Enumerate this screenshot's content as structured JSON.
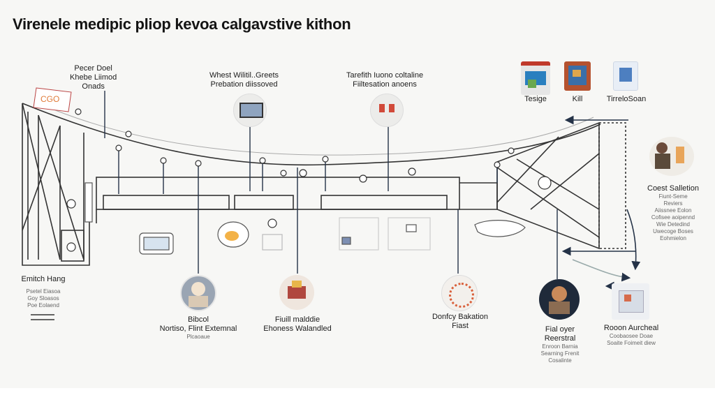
{
  "title": "Virenele medipic pliop kevoa calgavstive kithon",
  "top_labels": {
    "label_a": [
      "Pecer Doel",
      "Khebe Liimod",
      "Onads"
    ],
    "label_b": [
      "Whest Wilitil..Greets",
      "Prebation diissoved"
    ],
    "label_c": [
      "Tarefith Iuono coltaline",
      "Fiiltesation anoens"
    ]
  },
  "top_right_icons": {
    "icon_1": "Tesige",
    "icon_2": "Kill",
    "icon_3": "TirreloSoan"
  },
  "right_panel": {
    "title": "Coest Salletion",
    "lines": [
      "Fiunt-Seme",
      "Reviers",
      "Aiissnee Eolon",
      "Cofisee aoipennd",
      "Wie Detedind",
      "Uwecoge Boses",
      "Eohmielon"
    ]
  },
  "left_panel": {
    "title": "Emitch Hang",
    "lines": [
      "Psetel Eiasoa",
      "Goy Sloasos",
      "Poe Eolaend"
    ]
  },
  "bottom_labels": {
    "b1": {
      "title": "Bibcol",
      "sub": "Nortiso, Flint Extemnal",
      "small": "Plcaoaue"
    },
    "b2": {
      "title": "Fiuill malddie",
      "sub": "Ehoness Walandled"
    },
    "b3": {
      "title": "Donfcy Bakation",
      "sub": "Fiast"
    },
    "b4": {
      "title": "Fial oyer",
      "sub": "Reerstral",
      "lines": [
        "Enroon Barnia",
        "Searning Frenit",
        "Cosalinte"
      ]
    },
    "b5": {
      "title": "Rooon Aurcheal",
      "lines": [
        "Coobaosee Doae",
        "Soaite Foimeit diew"
      ]
    }
  },
  "colors": {
    "ink": "#2b2b2b",
    "navy": "#243247",
    "accent": "#e07b39",
    "light": "#e9e9e6"
  }
}
